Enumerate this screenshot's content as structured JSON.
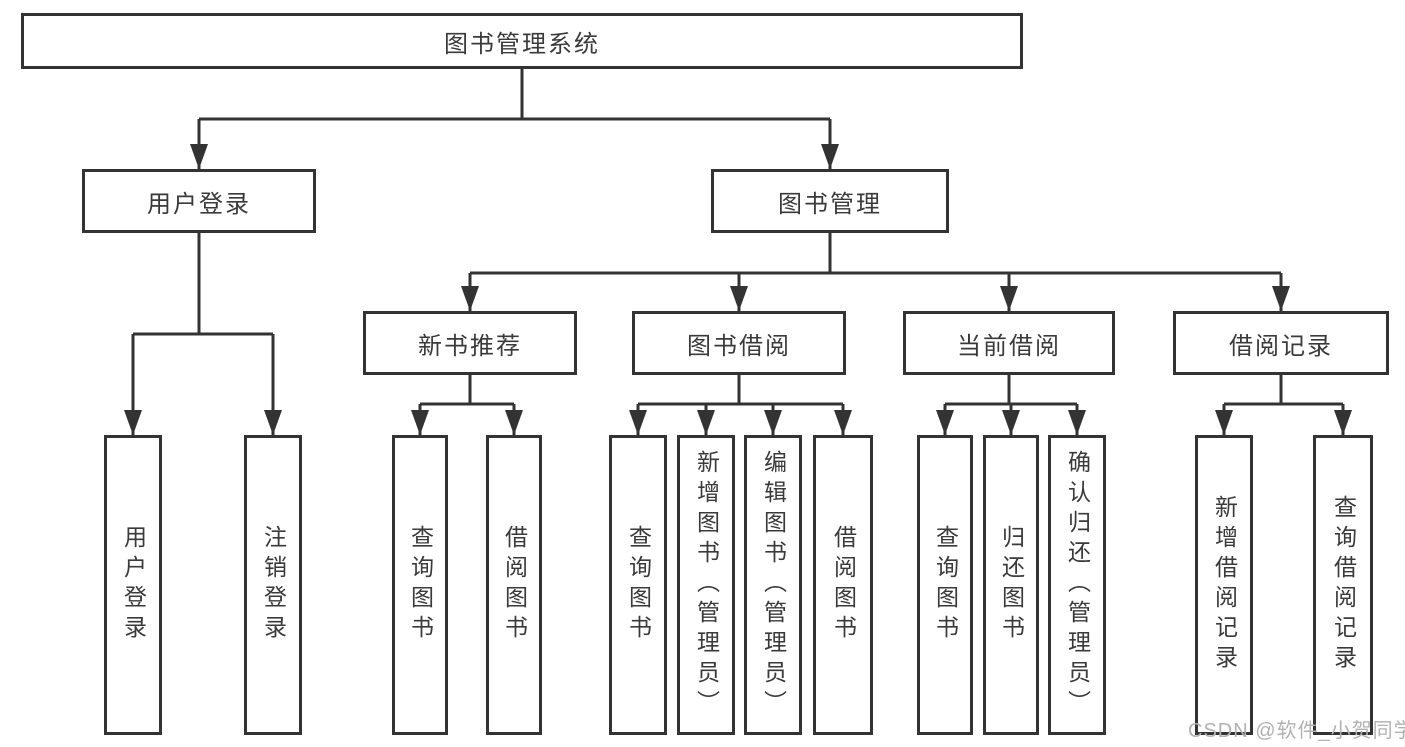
{
  "colors": {
    "line": "#333333",
    "text": "#3a3a3a",
    "box_background": "#ffffff",
    "watermark": "#b2b2b2"
  },
  "watermark": "CSDN @软件_小贺同学",
  "tree": {
    "root": {
      "label": "图书管理系统"
    },
    "branches": [
      {
        "label": "用户登录",
        "leaves": [
          {
            "label": "用户登录"
          },
          {
            "label": "注销登录"
          }
        ]
      },
      {
        "label": "图书管理",
        "groups": [
          {
            "label": "新书推荐",
            "leaves": [
              {
                "label": "查询图书"
              },
              {
                "label": "借阅图书"
              }
            ]
          },
          {
            "label": "图书借阅",
            "leaves": [
              {
                "label": "查询图书"
              },
              {
                "label": "新增图书（管理员）"
              },
              {
                "label": "编辑图书（管理员）"
              },
              {
                "label": "借阅图书"
              }
            ]
          },
          {
            "label": "当前借阅",
            "leaves": [
              {
                "label": "查询图书"
              },
              {
                "label": "归还图书"
              },
              {
                "label": "确认归还（管理员）"
              }
            ]
          },
          {
            "label": "借阅记录",
            "leaves": [
              {
                "label": "新增借阅记录"
              },
              {
                "label": "查询借阅记录"
              }
            ]
          }
        ]
      }
    ]
  }
}
